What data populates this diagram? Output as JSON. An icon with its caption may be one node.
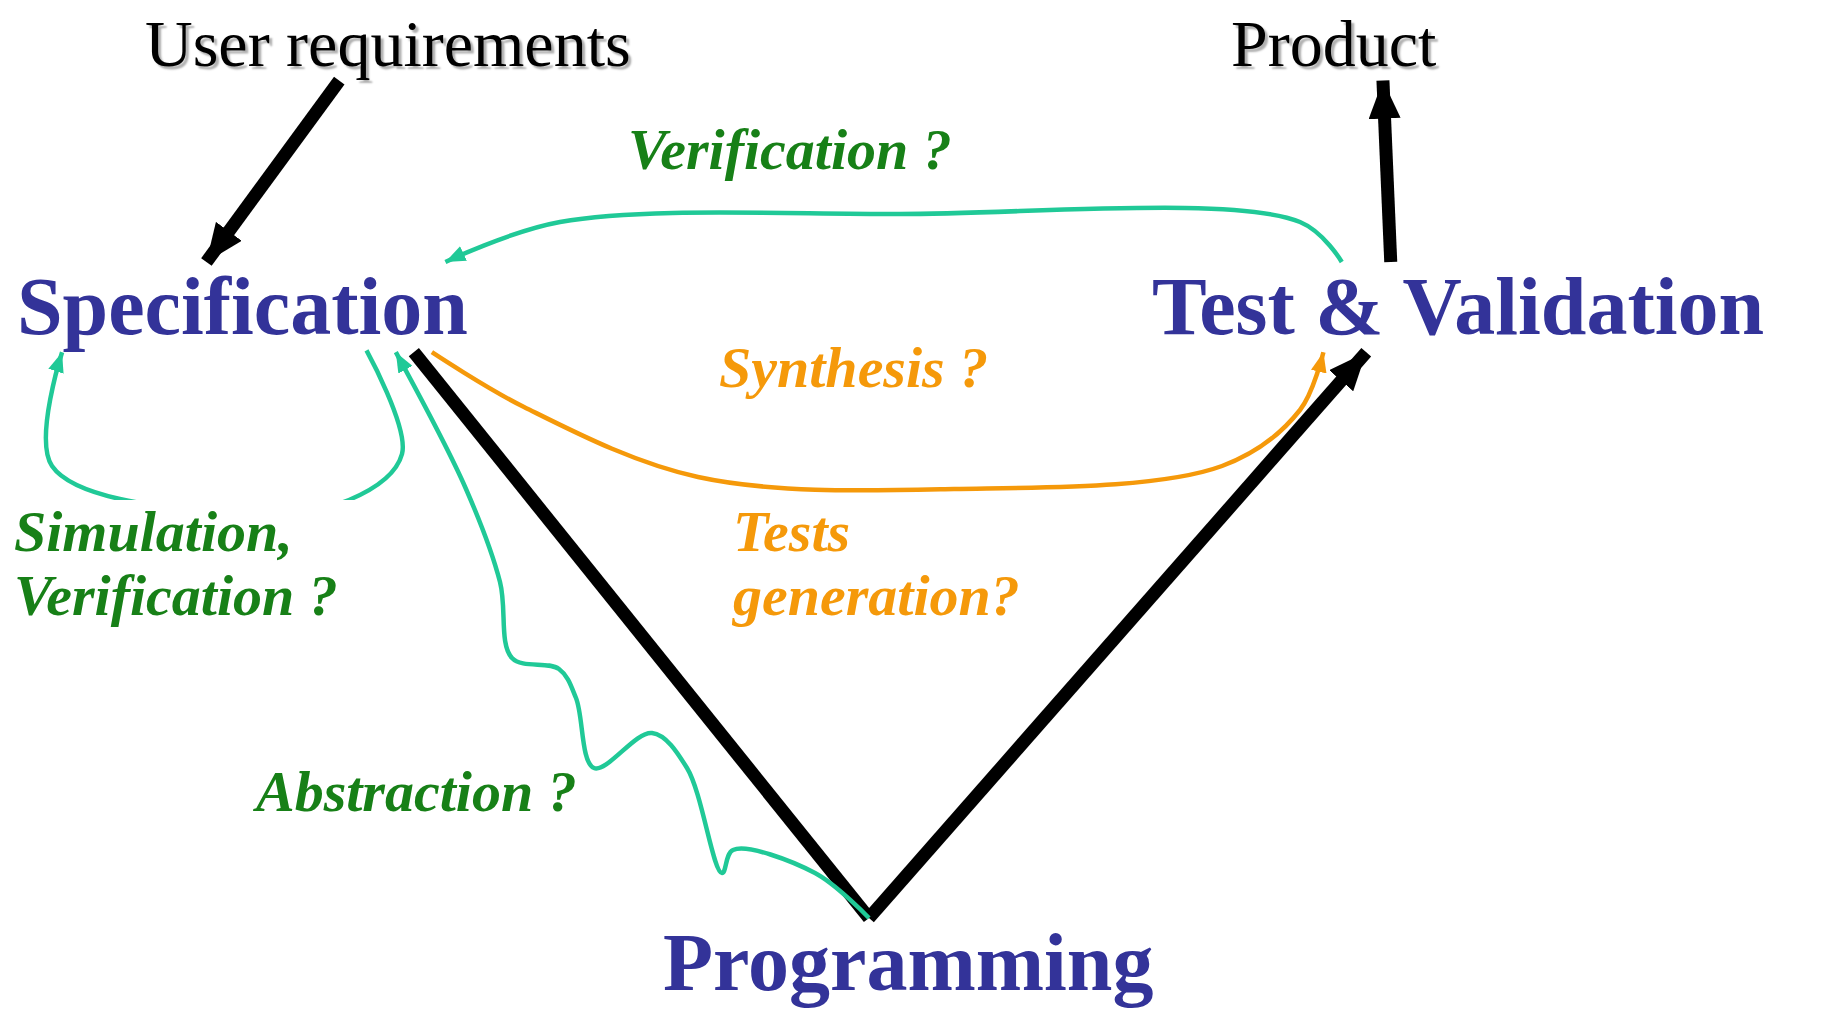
{
  "diagram": {
    "nodes": [
      {
        "text": [
          "User requirements"
        ]
      },
      {
        "text": [
          "Product"
        ]
      },
      {
        "text": [
          "Specification"
        ]
      },
      {
        "text": [
          "Test & Validation"
        ]
      },
      {
        "text": [
          "Programming"
        ]
      }
    ],
    "edges": [
      {
        "from": 0,
        "to": 2,
        "arrow": "to",
        "style": "thick"
      },
      {
        "from": 3,
        "to": 1,
        "arrow": "to",
        "style": "thick"
      },
      {
        "from": 2,
        "to": 4,
        "arrow": "none",
        "style": "thick"
      },
      {
        "from": 4,
        "to": 3,
        "arrow": "to",
        "style": "thick"
      },
      {
        "from": 3,
        "to": 2,
        "arrow": "to",
        "color": "#20c997",
        "label": "Verification ?"
      },
      {
        "from": 2,
        "to": 3,
        "arrow": "to",
        "color": "#f5990a",
        "label": "Synthesis ?"
      },
      {
        "from": 2,
        "to": 2,
        "arrow": "to",
        "color": "#20c997",
        "label": "Simulation, Verification ?"
      },
      {
        "from": 4,
        "to": 2,
        "arrow": "to",
        "color": "#20c997",
        "label": "Abstraction ?"
      }
    ],
    "labels": [
      "Tests generation?"
    ]
  }
}
